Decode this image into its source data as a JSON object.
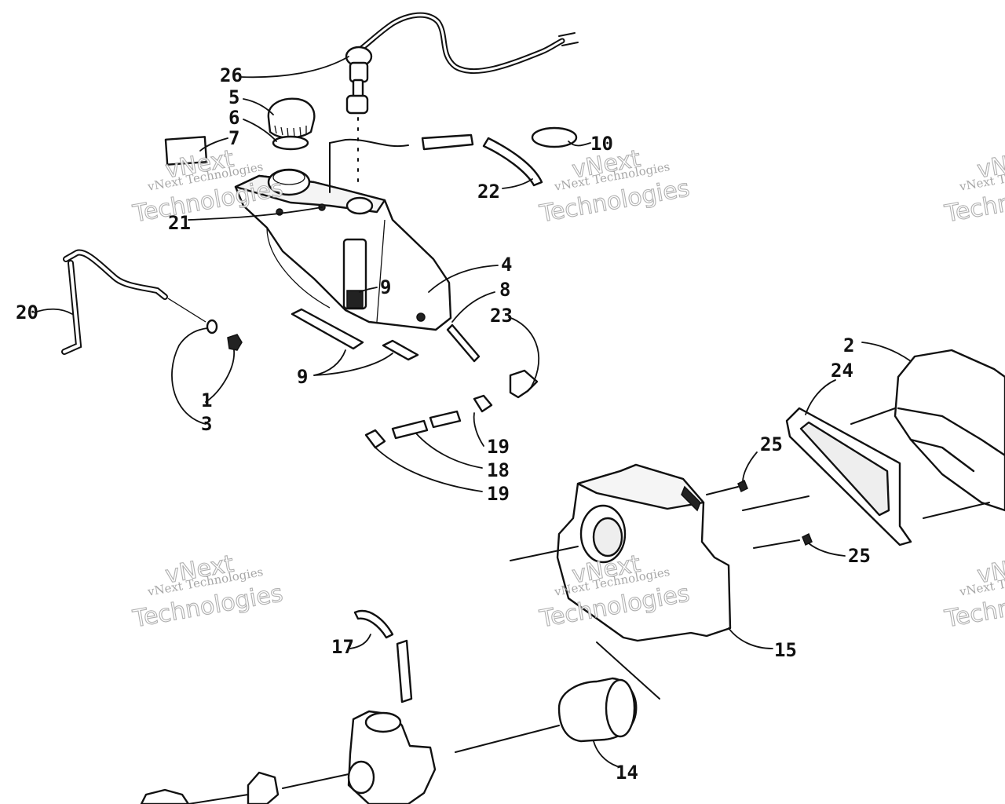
{
  "callouts": [
    "26",
    "5",
    "6",
    "7",
    "10",
    "22",
    "21",
    "4",
    "9",
    "8",
    "23",
    "20",
    "1",
    "3",
    "9",
    "2",
    "24",
    "19",
    "18",
    "19",
    "25",
    "25",
    "15",
    "17",
    "14"
  ],
  "watermark": {
    "top": "vNext",
    "middle": "vNext Technologies",
    "bottom": "Technologies"
  }
}
